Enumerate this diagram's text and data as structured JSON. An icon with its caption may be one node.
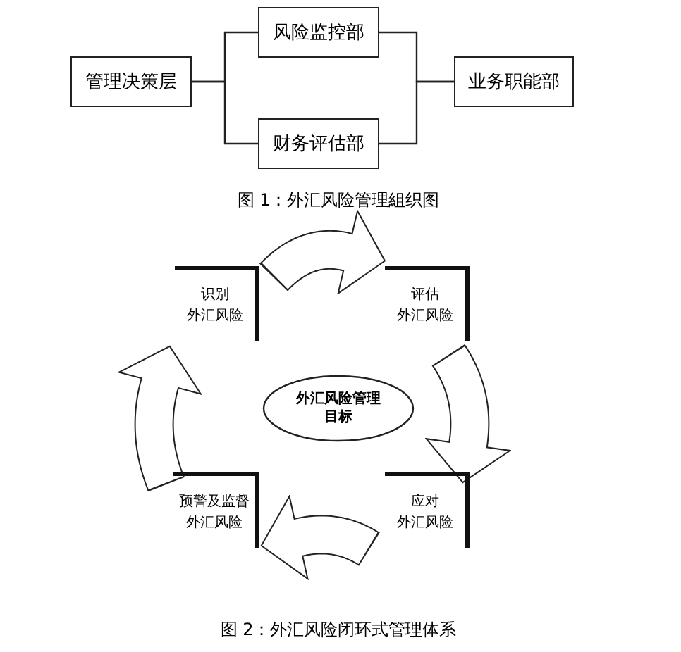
{
  "diagram": {
    "nodes": [
      {
        "text": [
          "管理决策层"
        ]
      },
      {
        "text": [
          "风险监控部"
        ]
      },
      {
        "text": [
          "财务评估部"
        ]
      },
      {
        "text": [
          "业务职能部"
        ]
      },
      {
        "text": [
          "外汇风险管理目标"
        ]
      },
      {
        "text": [
          "识别",
          "外汇风险"
        ]
      },
      {
        "text": [
          "评估",
          "外汇风险"
        ]
      },
      {
        "text": [
          "应对",
          "外汇风险"
        ]
      },
      {
        "text": [
          "预警及监督",
          "外汇风险"
        ]
      }
    ],
    "edges": [
      {
        "from": 0,
        "to": 1,
        "arrow": "none"
      },
      {
        "from": 0,
        "to": 2,
        "arrow": "none"
      },
      {
        "from": 1,
        "to": 3,
        "arrow": "none"
      },
      {
        "from": 2,
        "to": 3,
        "arrow": "none"
      },
      {
        "from": 5,
        "to": 6,
        "arrow": "to",
        "style": "thick"
      },
      {
        "from": 6,
        "to": 7,
        "arrow": "to",
        "style": "thick"
      },
      {
        "from": 7,
        "to": 8,
        "arrow": "to",
        "style": "thick"
      },
      {
        "from": 8,
        "to": 5,
        "arrow": "to",
        "style": "thick"
      }
    ],
    "labels": [
      "图 1：外汇风险管理組织图",
      "图 2：外汇风险闭环式管理体系"
    ]
  }
}
